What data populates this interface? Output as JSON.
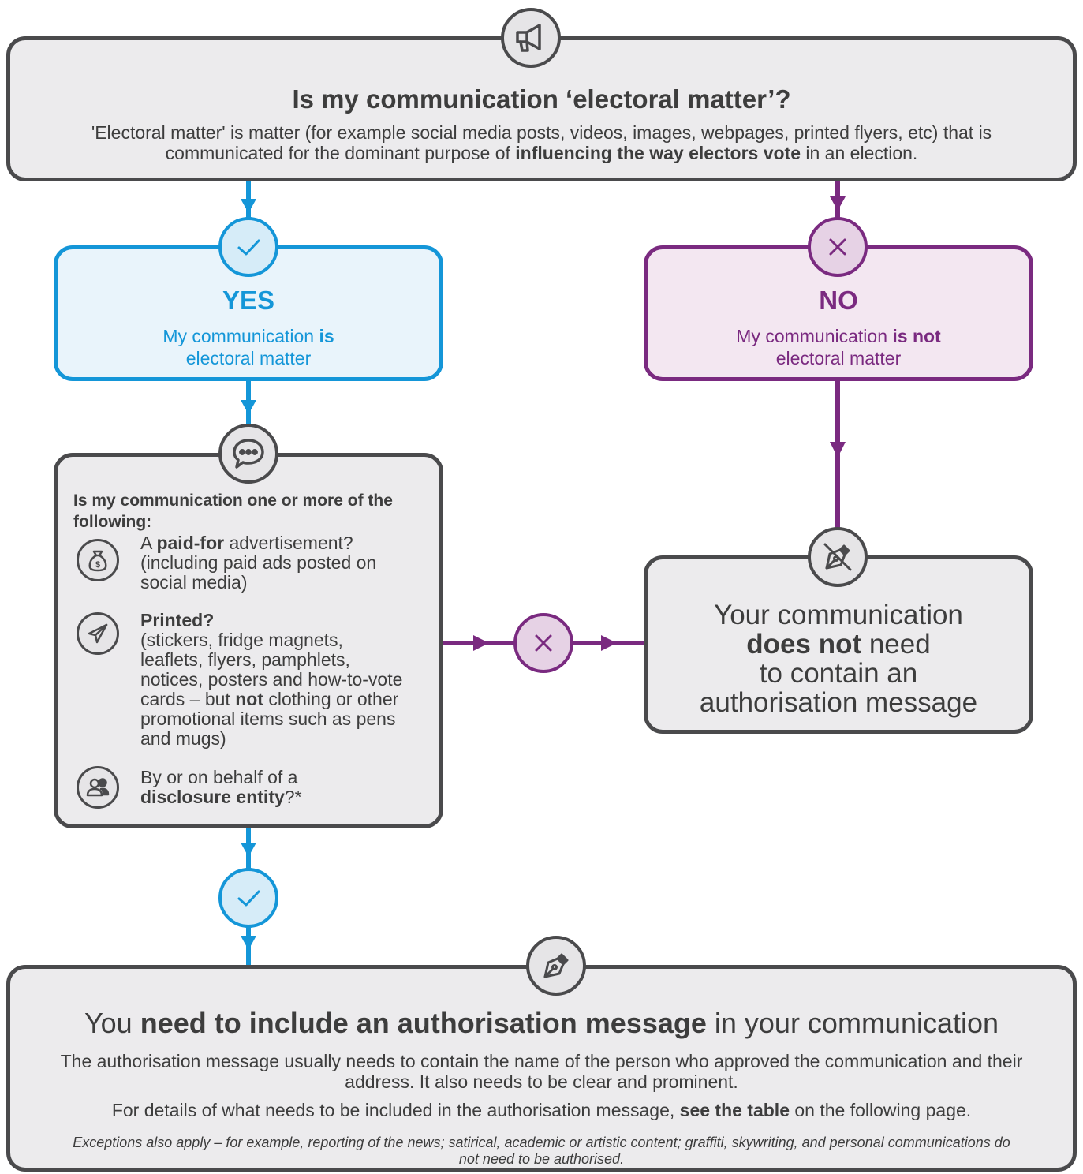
{
  "top": {
    "title": "Is my communication ‘electoral matter’?",
    "desc_1": "'Electoral matter' is matter (for example social media posts, videos, images, webpages, printed flyers, etc) that is",
    "desc_2a": "communicated for the dominant purpose of ",
    "desc_2b": "influencing the way electors vote",
    "desc_2c": " in an election."
  },
  "yes": {
    "heading": "YES",
    "line1a": "My communication ",
    "line1b": "is",
    "line2": "electoral matter"
  },
  "no": {
    "heading": "NO",
    "line1a": "My communication ",
    "line1b": "is not",
    "line2": "electoral matter"
  },
  "question": {
    "heading": "Is my communication one or more of the following:",
    "item1": {
      "a": "A ",
      "b": "paid-for",
      "c": " advertisement? (including paid ads posted on social media)"
    },
    "item2": {
      "a": "Printed?",
      "b": "(stickers, fridge magnets, leaflets, flyers, pamphlets, notices, posters and how-to-vote cards – but ",
      "c": "not",
      "d": " clothing or other promotional items such as pens and mugs)"
    },
    "item3": {
      "a": "By or on behalf of a ",
      "b": "disclosure entity",
      "c": "?*"
    }
  },
  "not_needed": {
    "line1": "Your communication",
    "line2a": "does not",
    "line2b": " need",
    "line3": "to contain an",
    "line4": "authorisation message"
  },
  "bottom": {
    "title_a": "You ",
    "title_b": "need to include an authorisation message",
    "title_c": " in your communication",
    "p1": "The authorisation message usually needs to contain the name of the person who approved the communication and their address. It also needs to be clear and prominent.",
    "p2a": "For details of what needs to be included in the authorisation message, ",
    "p2b": "see the table",
    "p2c": " on the following page.",
    "note": "Exceptions also apply – for example, reporting of the news; satirical, academic or artistic content; graffiti, skywriting, and personal communications do not need to be authorised."
  },
  "colors": {
    "blue": "#1496d8",
    "purple": "#7a2a80",
    "grey": "#4a4a4c"
  },
  "icons": [
    "megaphone-icon",
    "check-icon",
    "cross-icon",
    "speech-bubble-icon",
    "money-bag-icon",
    "paper-plane-icon",
    "people-icon",
    "no-pen-icon",
    "pen-nib-icon"
  ]
}
